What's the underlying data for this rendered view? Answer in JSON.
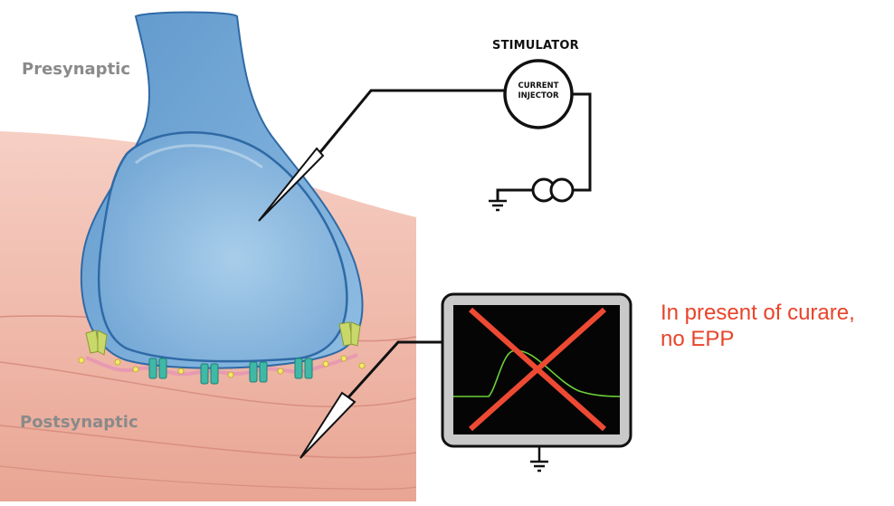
{
  "labels": {
    "presynaptic": "Presynaptic",
    "postsynaptic": "Postsynaptic",
    "stimulator": "STIMULATOR",
    "current_injector": "CURRENT\nINJECTOR"
  },
  "note": {
    "text": "In present of curare,\nno EPP",
    "color": "#e8442a"
  },
  "colors": {
    "terminal_blue": "#7aaed8",
    "muscle_pink": "#f2b6a8",
    "receptor_teal": "#3fb8a6",
    "receptor_green": "#c8d86a",
    "trace_green": "#6bd13a",
    "cross_red": "#ee4a33",
    "screen_black": "#050505"
  },
  "icons": [
    "ground-icon",
    "current-source-icon",
    "electrode-icon",
    "oscilloscope-icon"
  ]
}
